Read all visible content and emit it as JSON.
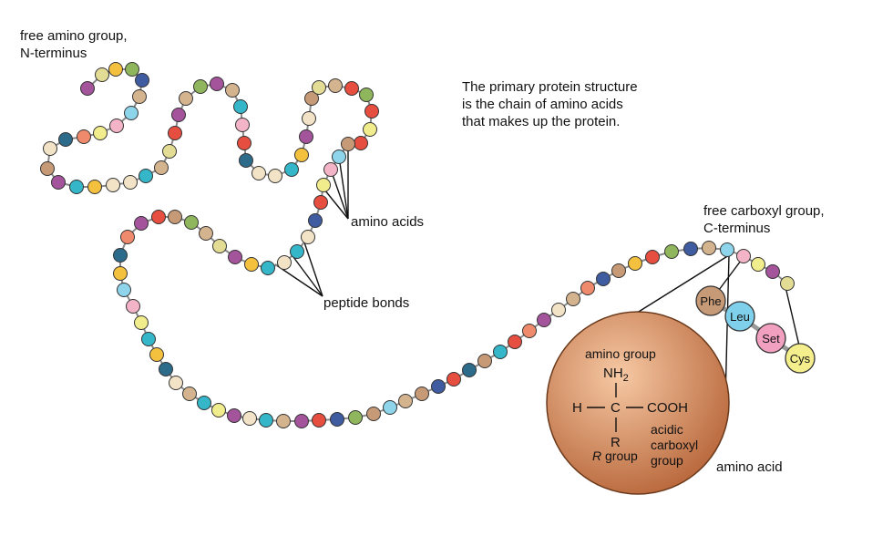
{
  "labels": {
    "n_terminus_line1": "free amino group,",
    "n_terminus_line2": "N-terminus",
    "caption_line1": "The primary protein structure",
    "caption_line2": "is the chain of amino acids",
    "caption_line3": "that makes up the protein.",
    "amino_acids": "amino acids",
    "peptide_bonds": "peptide bonds",
    "c_terminus_line1": "free carboxyl group,",
    "c_terminus_line2": "C-terminus",
    "amino_acid": "amino acid"
  },
  "residues": [
    "Phe",
    "Leu",
    "Set",
    "Cys"
  ],
  "amino_acid_structure": {
    "amino_group_label": "amino group",
    "nh2": "NH",
    "nh2_sub": "2",
    "h": "H",
    "c": "C",
    "cooh": "COOH",
    "r": "R",
    "r_group_italic": "R",
    "r_group_suffix": " group",
    "carboxyl_line1": "acidic",
    "carboxyl_line2": "carboxyl",
    "carboxyl_line3": "group"
  },
  "colors": {
    "palette": [
      "#f2e3c7",
      "#35b6c9",
      "#f3c13e",
      "#a4549b",
      "#e2dc95",
      "#8fb65d",
      "#f08a6c",
      "#e64e3f",
      "#3e5c9f",
      "#2d6b8a",
      "#d4b48e",
      "#8ed4ea",
      "#f4b4c8",
      "#f1ec8c",
      "#c79a77"
    ],
    "bead_stroke": "#333333",
    "sphere_center": "#f6c9a4",
    "sphere_edge": "#b8663a",
    "phe": "#c79a77",
    "leu": "#7fd0ea",
    "set": "#f2a0c0",
    "cys": "#f4ef8c"
  }
}
